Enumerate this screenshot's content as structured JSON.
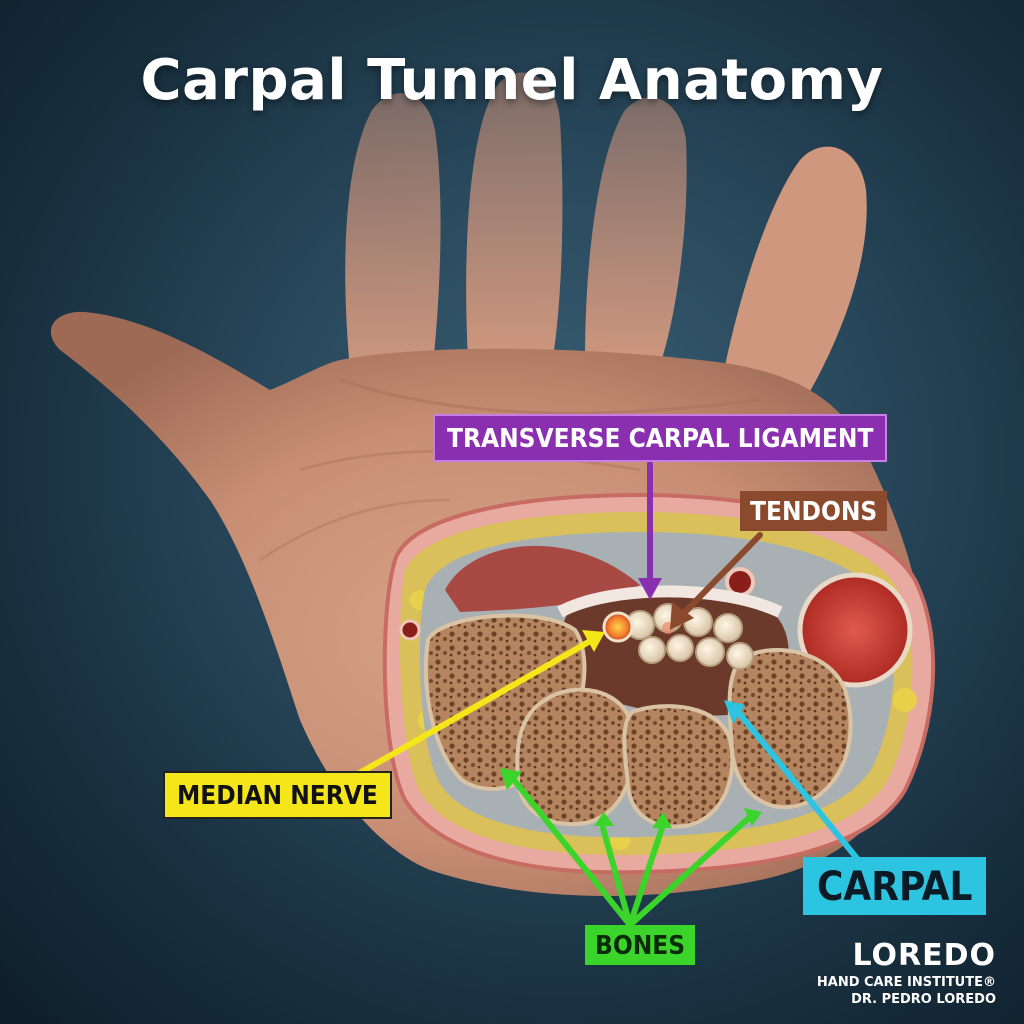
{
  "title": "Carpal Tunnel Anatomy",
  "labels": {
    "transverse_carpal_ligament": "TRANSVERSE CARPAL LIGAMENT",
    "tendons": "TENDONS",
    "median_nerve": "MEDIAN NERVE",
    "carpal": "CARPAL",
    "bones": "BONES"
  },
  "logo": {
    "name": "LOREDO",
    "institute": "HAND CARE INSTITUTE®",
    "doctor": "DR. PEDRO LOREDO"
  },
  "colors": {
    "ligament_label": "#8a2fb0",
    "tendons_label": "#8b4a2d",
    "median_nerve_label": "#f5e61a",
    "carpal_label": "#2cc4e0",
    "bones_label": "#3bd42b"
  }
}
